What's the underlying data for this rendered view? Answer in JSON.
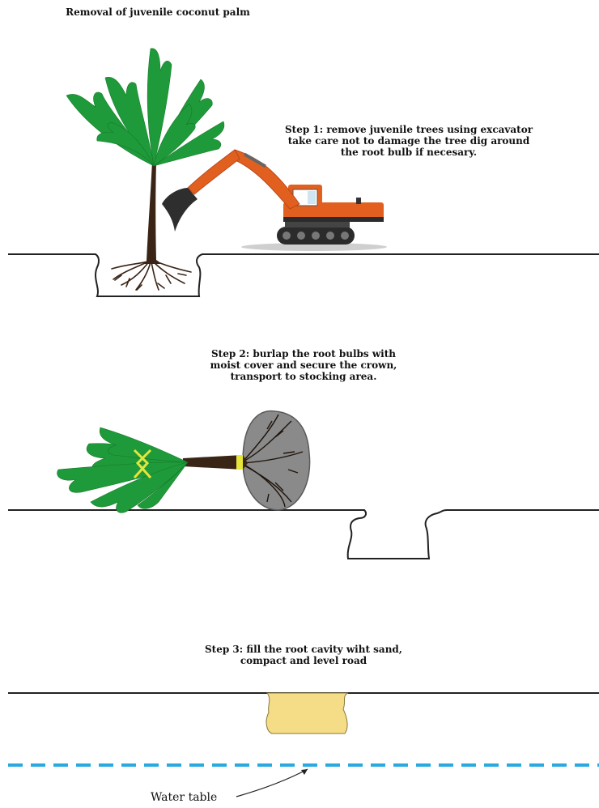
{
  "title": "Removal of juvenile coconut palm",
  "steps": [
    {
      "lines": [
        "Step 1: remove juvenile trees using excavator",
        "take care not to damage the tree dig around",
        "the root bulb if necesary."
      ]
    },
    {
      "lines": [
        "Step 2: burlap the root bulbs with",
        "moist cover and secure the crown,",
        "transport to stocking area."
      ]
    },
    {
      "lines": [
        "Step 3: fill the root cavity wiht sand,",
        "compact and level road"
      ]
    }
  ],
  "water_table_label": "Water table",
  "colors": {
    "palm_green": "#1f9a3a",
    "excavator_orange": "#e2601f",
    "sand": "#f5dc87",
    "burlap_gray": "#8a8a8a",
    "water_blue": "#29a9e0",
    "binding_yellow": "#e5e53a"
  }
}
